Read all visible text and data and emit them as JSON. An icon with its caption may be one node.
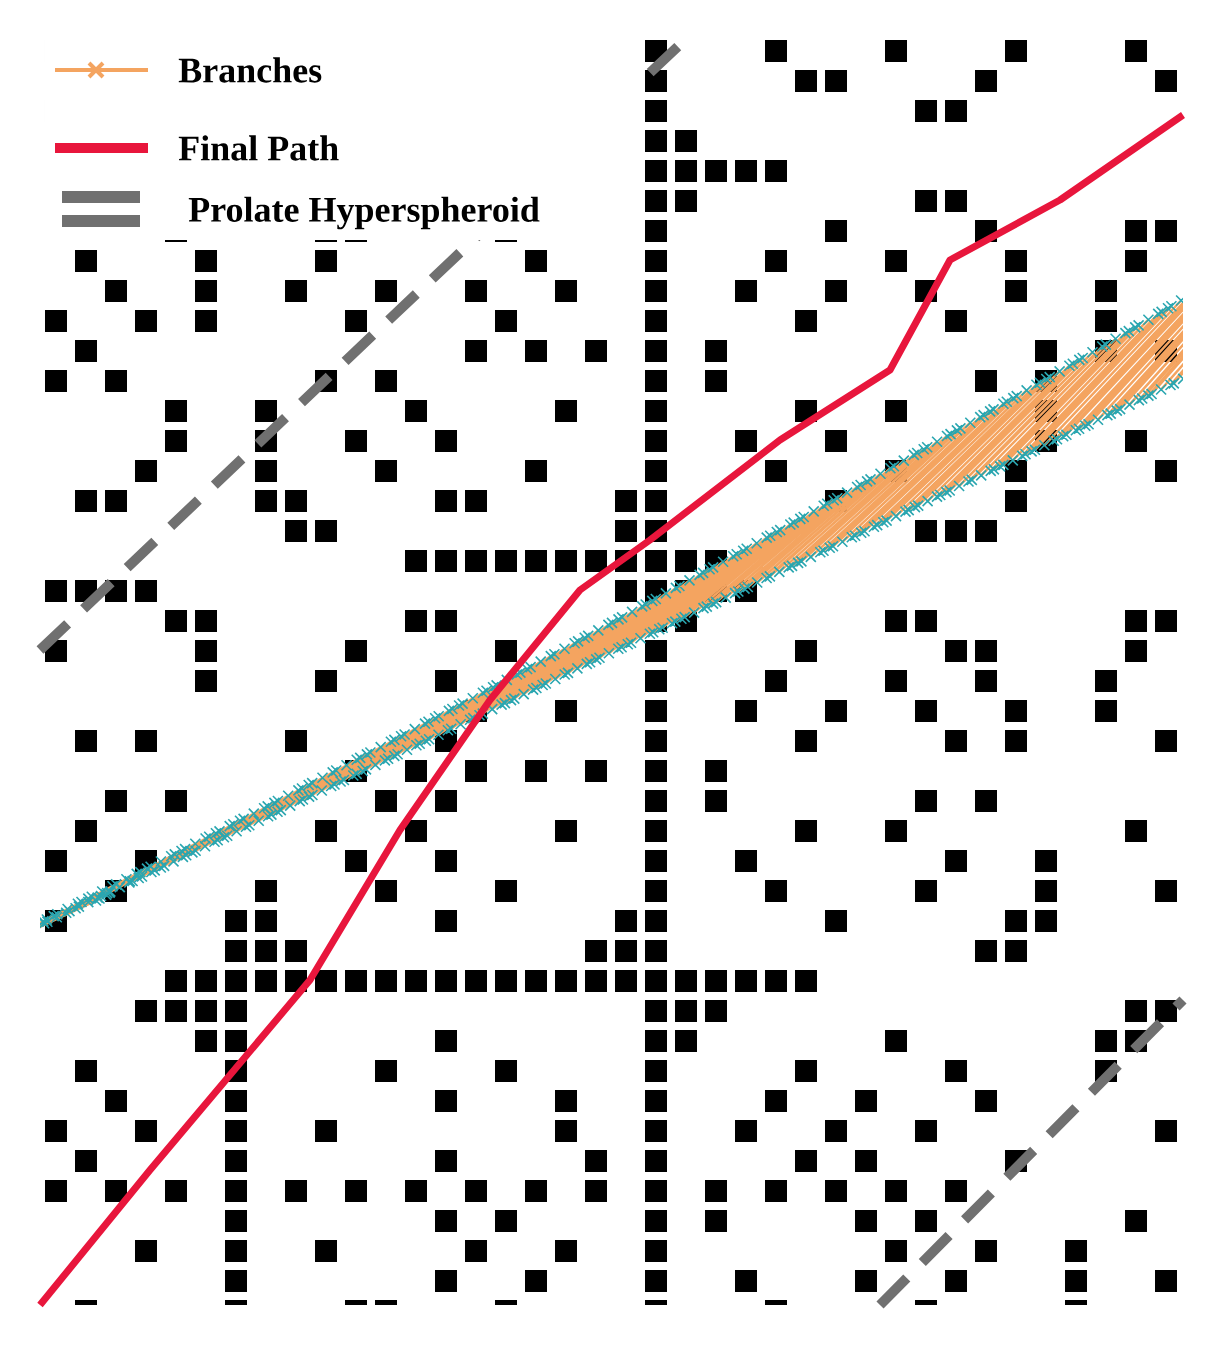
{
  "diagram": {
    "legend": [
      {
        "text": "Branches"
      },
      {
        "text": "Final Path"
      },
      {
        "text": "Prolate Hyperspheroid"
      }
    ]
  }
}
